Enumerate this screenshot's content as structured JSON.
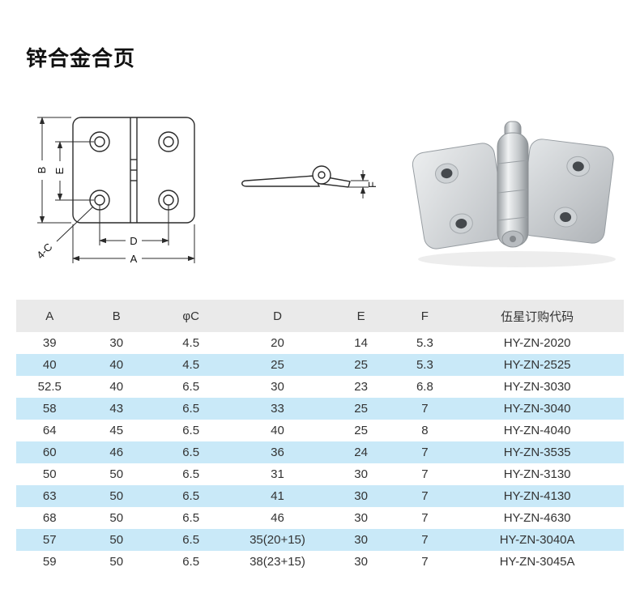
{
  "page": {
    "title": "锌合金合页"
  },
  "diagram": {
    "front": {
      "A": "A",
      "B": "B",
      "D": "D",
      "E": "E",
      "C": "4-C"
    },
    "side": {
      "F": "F"
    }
  },
  "table": {
    "headers": [
      "A",
      "B",
      "φC",
      "D",
      "E",
      "F",
      "伍星订购代码"
    ],
    "rows": [
      [
        "39",
        "30",
        "4.5",
        "20",
        "14",
        "5.3",
        "HY-ZN-2020"
      ],
      [
        "40",
        "40",
        "4.5",
        "25",
        "25",
        "5.3",
        "HY-ZN-2525"
      ],
      [
        "52.5",
        "40",
        "6.5",
        "30",
        "23",
        "6.8",
        "HY-ZN-3030"
      ],
      [
        "58",
        "43",
        "6.5",
        "33",
        "25",
        "7",
        "HY-ZN-3040"
      ],
      [
        "64",
        "45",
        "6.5",
        "40",
        "25",
        "8",
        "HY-ZN-4040"
      ],
      [
        "60",
        "46",
        "6.5",
        "36",
        "24",
        "7",
        "HY-ZN-3535"
      ],
      [
        "50",
        "50",
        "6.5",
        "31",
        "30",
        "7",
        "HY-ZN-3130"
      ],
      [
        "63",
        "50",
        "6.5",
        "41",
        "30",
        "7",
        "HY-ZN-4130"
      ],
      [
        "68",
        "50",
        "6.5",
        "46",
        "30",
        "7",
        "HY-ZN-4630"
      ],
      [
        "57",
        "50",
        "6.5",
        "35(20+15)",
        "30",
        "7",
        "HY-ZN-3040A"
      ],
      [
        "59",
        "50",
        "6.5",
        "38(23+15)",
        "30",
        "7",
        "HY-ZN-3045A"
      ]
    ]
  },
  "colors": {
    "row_alt": "#c9e9f8",
    "header_bg": "#eaeaea"
  }
}
